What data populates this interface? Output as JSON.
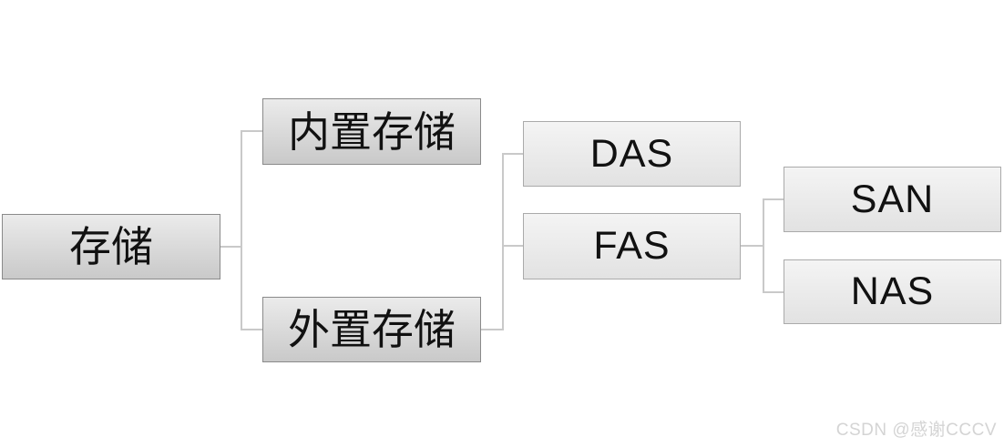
{
  "diagram": {
    "type": "tree",
    "orientation": "left-to-right",
    "nodes": [
      {
        "id": "storage",
        "label": "存储",
        "level": 1
      },
      {
        "id": "internal-storage",
        "label": "内置存储",
        "level": 2
      },
      {
        "id": "external-storage",
        "label": "外置存储",
        "level": 2
      },
      {
        "id": "das",
        "label": "DAS",
        "level": 3
      },
      {
        "id": "fas",
        "label": "FAS",
        "level": 3
      },
      {
        "id": "san",
        "label": "SAN",
        "level": 4
      },
      {
        "id": "nas",
        "label": "NAS",
        "level": 4
      }
    ],
    "edges": [
      {
        "from": "存储",
        "to": "内置存储"
      },
      {
        "from": "存储",
        "to": "外置存储"
      },
      {
        "from": "外置存储",
        "to": "DAS"
      },
      {
        "from": "外置存储",
        "to": "FAS"
      },
      {
        "from": "FAS",
        "to": "SAN"
      },
      {
        "from": "FAS",
        "to": "NAS"
      }
    ],
    "colors": {
      "background": "#ffffff",
      "text": "#111111",
      "connector": "#c9c9c9",
      "node_dark_top": "#ebebeb",
      "node_dark_bottom": "#c9c9c9",
      "node_dark_border": "#8a8a8a",
      "node_light_top": "#f4f4f4",
      "node_light_bottom": "#e2e2e2",
      "node_light_border": "#aaaaaa"
    }
  },
  "watermark": {
    "text": "CSDN @感谢CCCV",
    "color": "#d4d4d4"
  }
}
